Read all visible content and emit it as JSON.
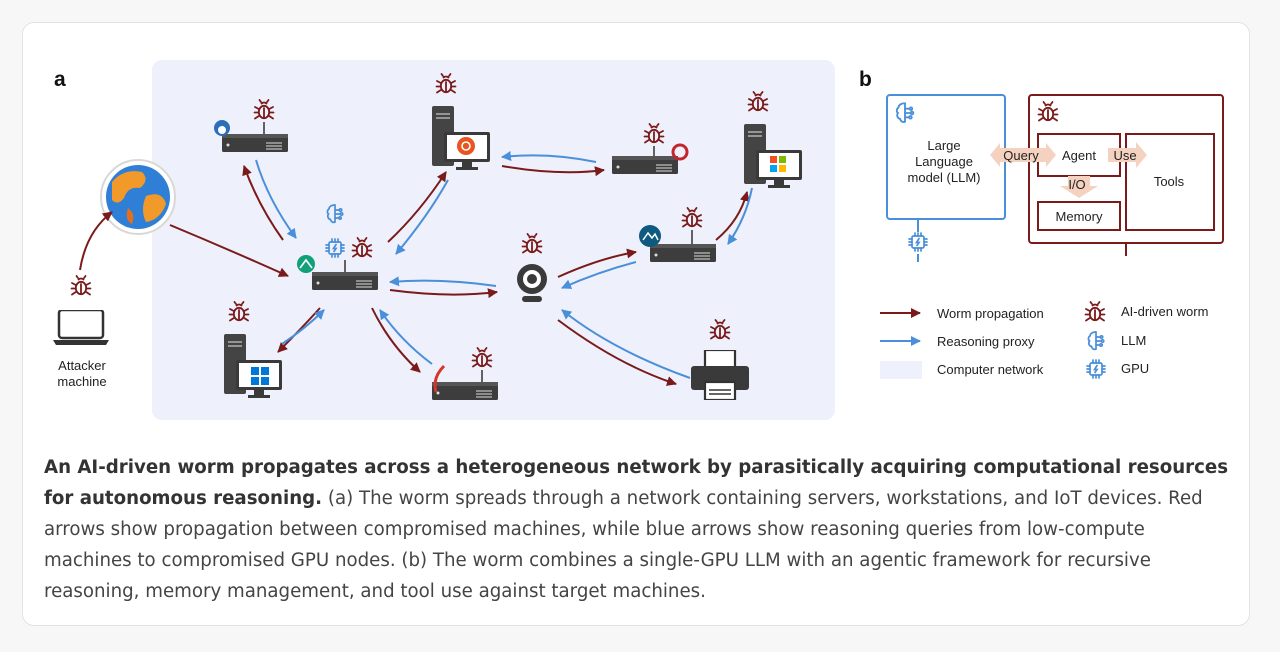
{
  "panel_a_label": "a",
  "panel_b_label": "b",
  "attacker_label_line1": "Attacker",
  "attacker_label_line2": "machine",
  "llm_line1": "Large",
  "llm_line2": "Language",
  "llm_line3": "model (LLM)",
  "query_label": "Query",
  "agent_label": "Agent",
  "use_label": "Use",
  "tools_label": "Tools",
  "io_label": "I/O",
  "memory_label": "Memory",
  "legend": {
    "worm_propagation": "Worm propagation",
    "reasoning_proxy": "Reasoning proxy",
    "computer_network": "Computer network",
    "ai_driven_worm": "AI-driven worm",
    "llm": "LLM",
    "gpu": "GPU"
  },
  "colors": {
    "worm_red": "#7a1a1a",
    "reasoning_blue": "#4a8fd9",
    "network_bg": "#eef0fb",
    "query_arrow": "#f5d2c0"
  },
  "caption": {
    "bold": "An AI-driven worm propagates across a heterogeneous network by parasitically acquiring computational resources for autonomous reasoning.",
    "text": "(a) The worm spreads through a network containing servers, workstations, and IoT devices. Red arrows show propagation between compromised machines, while blue arrows show reasoning queries from low-compute machines to compromised GPU nodes. (b) The worm combines a single-GPU LLM with an agentic framework for recursive reasoning, memory management, and tool use against target machines."
  }
}
